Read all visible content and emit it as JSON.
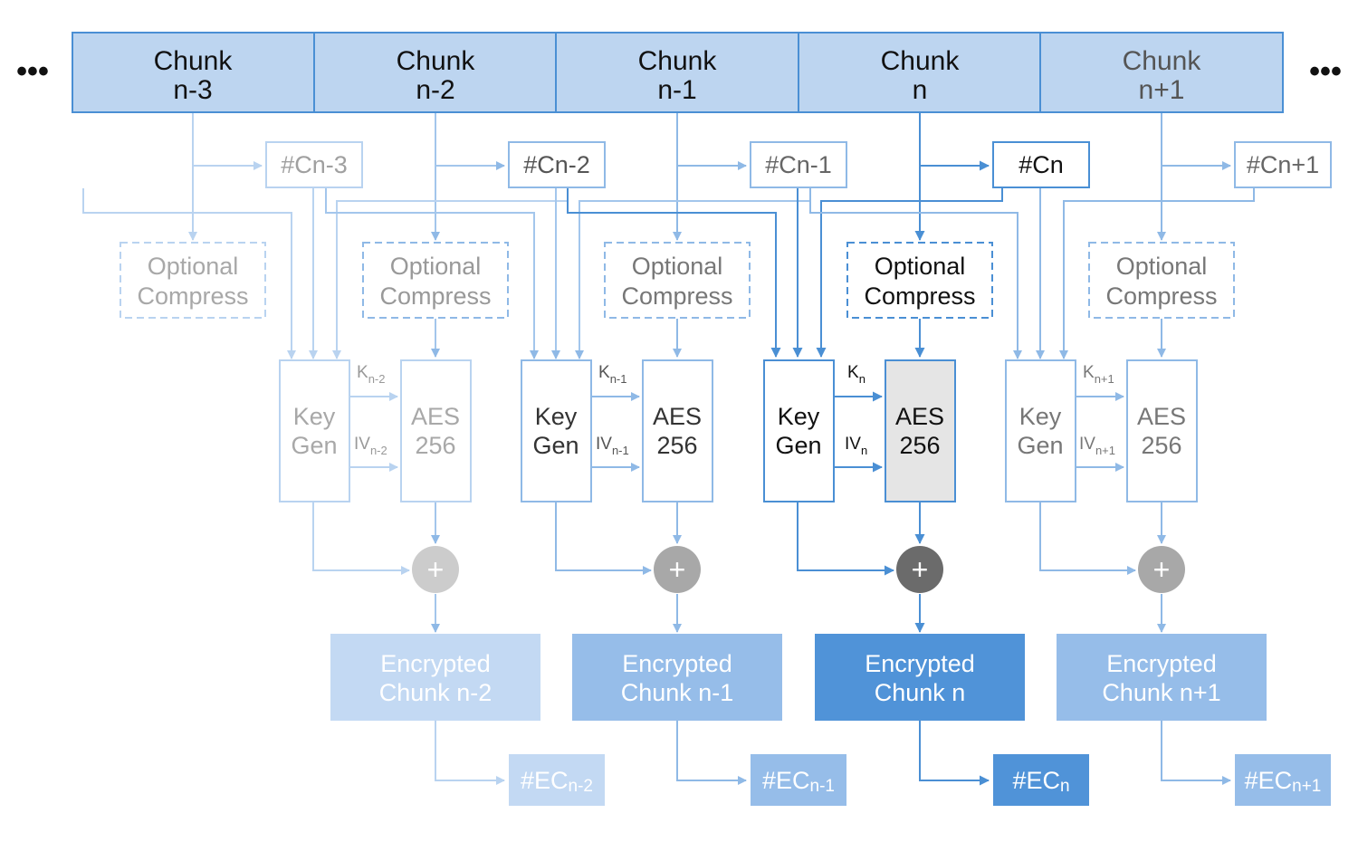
{
  "ellipsis_left": "•••",
  "ellipsis_right": "•••",
  "chunks": [
    {
      "line1": "Chunk",
      "line2": "n-3"
    },
    {
      "line1": "Chunk",
      "line2": "n-2"
    },
    {
      "line1": "Chunk",
      "line2": "n-1"
    },
    {
      "line1": "Chunk",
      "line2": "n"
    },
    {
      "line1": "Chunk",
      "line2": "n+1"
    }
  ],
  "hashes": [
    "#Cn-3",
    "#Cn-2",
    "#Cn-1",
    "#Cn",
    "#Cn+1"
  ],
  "compress": {
    "line1": "Optional",
    "line2": "Compress"
  },
  "keygen": {
    "line1": "Key",
    "line2": "Gen"
  },
  "aes": {
    "line1": "AES",
    "line2": "256"
  },
  "plus_symbol": "+",
  "k_letter": "K",
  "iv_letter": "IV",
  "stages": [
    {
      "k_sub": "n-2",
      "iv_sub": "n-2",
      "enc_line1": "Encrypted",
      "enc_line2": "Chunk n-2",
      "ec_main": "#EC",
      "ec_sub": "n-2"
    },
    {
      "k_sub": "n-1",
      "iv_sub": "n-1",
      "enc_line1": "Encrypted",
      "enc_line2": "Chunk n-1",
      "ec_main": "#EC",
      "ec_sub": "n-1"
    },
    {
      "k_sub": "n",
      "iv_sub": "n",
      "enc_line1": "Encrypted",
      "enc_line2": "Chunk n",
      "ec_main": "#EC",
      "ec_sub": "n"
    },
    {
      "k_sub": "n+1",
      "iv_sub": "n+1",
      "enc_line1": "Encrypted",
      "enc_line2": "Chunk n+1",
      "ec_main": "#EC",
      "ec_sub": "n+1"
    }
  ],
  "colors": {
    "chunk_fill": "#bdd5f0",
    "chunk_border": "#4a8fd4",
    "faded_line": "#b9d3f0",
    "mid_line": "#8fb9e6",
    "active_line": "#4a8fd4",
    "faded_text": "#a0a0a0",
    "mid_text": "#777777",
    "active_text": "#111111",
    "enc_faded": "#c3d9f3",
    "enc_mid": "#96bde9",
    "enc_active": "#5093d8",
    "aes_active_fill": "#e5e5e5",
    "plus_faded": "#cccccc",
    "plus_mid": "#a8a8a8",
    "plus_active": "#6b6b6b"
  }
}
